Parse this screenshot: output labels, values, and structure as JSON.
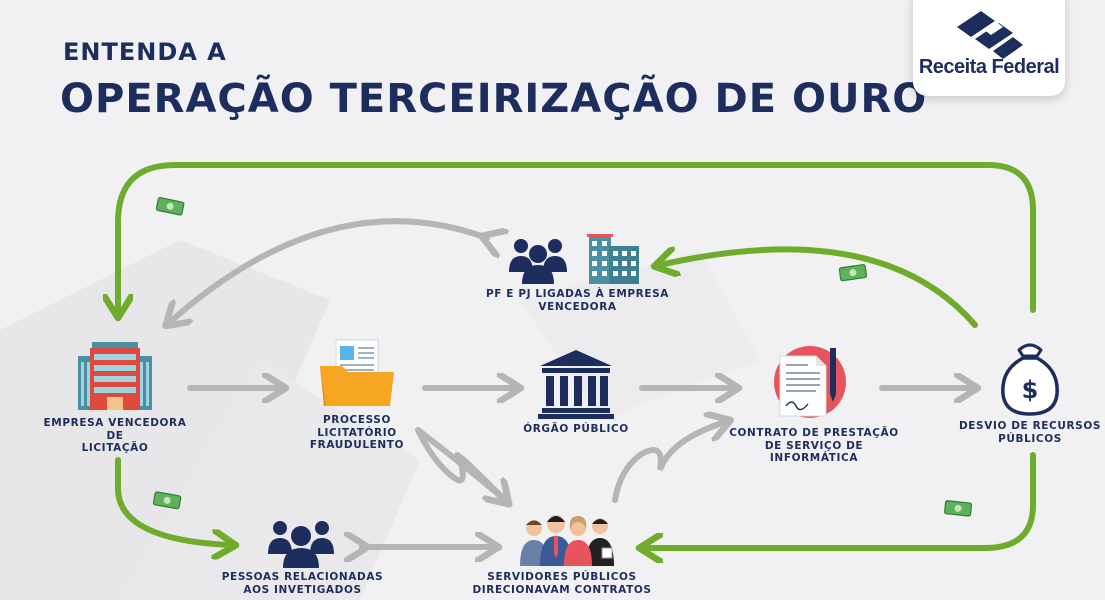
{
  "header": {
    "subtitle": "ENTENDA A",
    "title": "OPERAÇÃO TERCEIRIZAÇÃO DE OURO"
  },
  "logo": {
    "text": "Receita Federal",
    "icon": "receita-federal-emblem-icon"
  },
  "nodes": {
    "empresa": {
      "label": "EMPRESA VENCEDORA DE\nLICITAÇÃO",
      "icon": "office-building-icon"
    },
    "processo": {
      "label": "PROCESSO\nLICITATÓRIO\nFRAUDULENTO",
      "icon": "folder-document-icon"
    },
    "orgao": {
      "label": "ÓRGÃO PÚBLICO",
      "icon": "government-building-icon"
    },
    "contrato": {
      "label": "CONTRATO DE PRESTAÇÃO\nDE SERVIÇO DE INFORMÁTICA",
      "icon": "contract-pen-icon"
    },
    "desvio": {
      "label": "DESVIO DE RECURSOS\nPÚBLICOS",
      "icon": "money-bag-icon"
    },
    "pfpj": {
      "label": "PF E PJ LIGADAS À EMPRESA\nVENCEDORA",
      "icon": "people-and-building-icon"
    },
    "pessoas": {
      "label": "PESSOAS RELACIONADAS\nAOS INVETIGADOS",
      "icon": "people-group-icon"
    },
    "servidores": {
      "label": "SERVIDORES PÚBLICOS\nDIRECIONAVAM CONTRATOS",
      "icon": "civil-servants-icon"
    }
  },
  "colors": {
    "navy": "#1d2d5e",
    "green_arrow": "#6fac2c",
    "gray_arrow": "#b5b5b5",
    "background": "#f1f1f3",
    "money": "#5fb15c",
    "folder": "#f6a623",
    "building_red": "#e0493e",
    "contract_circle": "#e8545d"
  }
}
